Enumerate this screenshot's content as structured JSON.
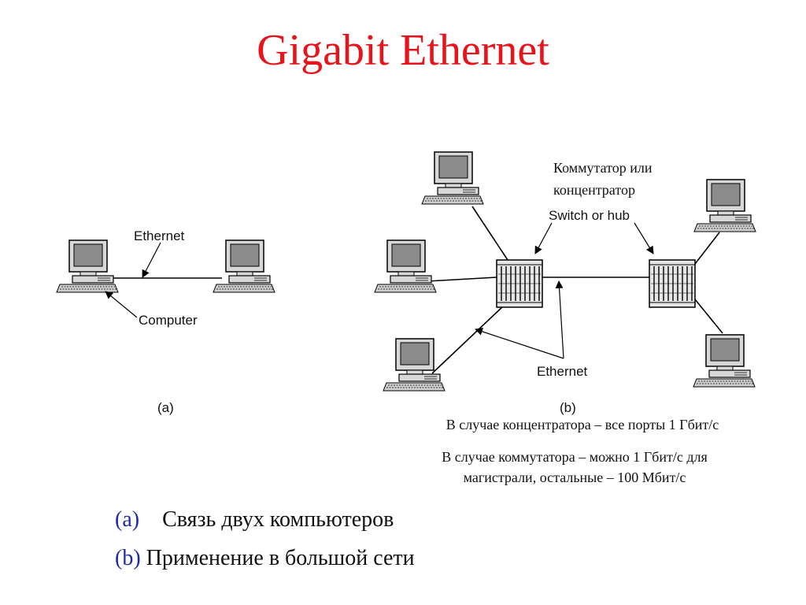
{
  "title": "Gigabit Ethernet",
  "diagram_a": {
    "ethernet_label": "Ethernet",
    "computer_label": "Computer",
    "panel_label": "(a)"
  },
  "diagram_b": {
    "ru_switch_label_line1": "Коммутатор или",
    "ru_switch_label_line2": "концентратор",
    "switch_label": "Switch or hub",
    "ethernet_label": "Ethernet",
    "panel_label": "(b)"
  },
  "notes": {
    "hub": "В случае концентратора – все порты 1 Гбит/с",
    "switch_line1": "В случае коммутатора – можно 1 Гбит/с для",
    "switch_line2": "магистрали, остальные – 100 Мбит/с"
  },
  "captions": [
    {
      "marker": "(a)",
      "text": "Связь двух компьютеров"
    },
    {
      "marker": "(b)",
      "text": "Применение в большой сети"
    }
  ]
}
